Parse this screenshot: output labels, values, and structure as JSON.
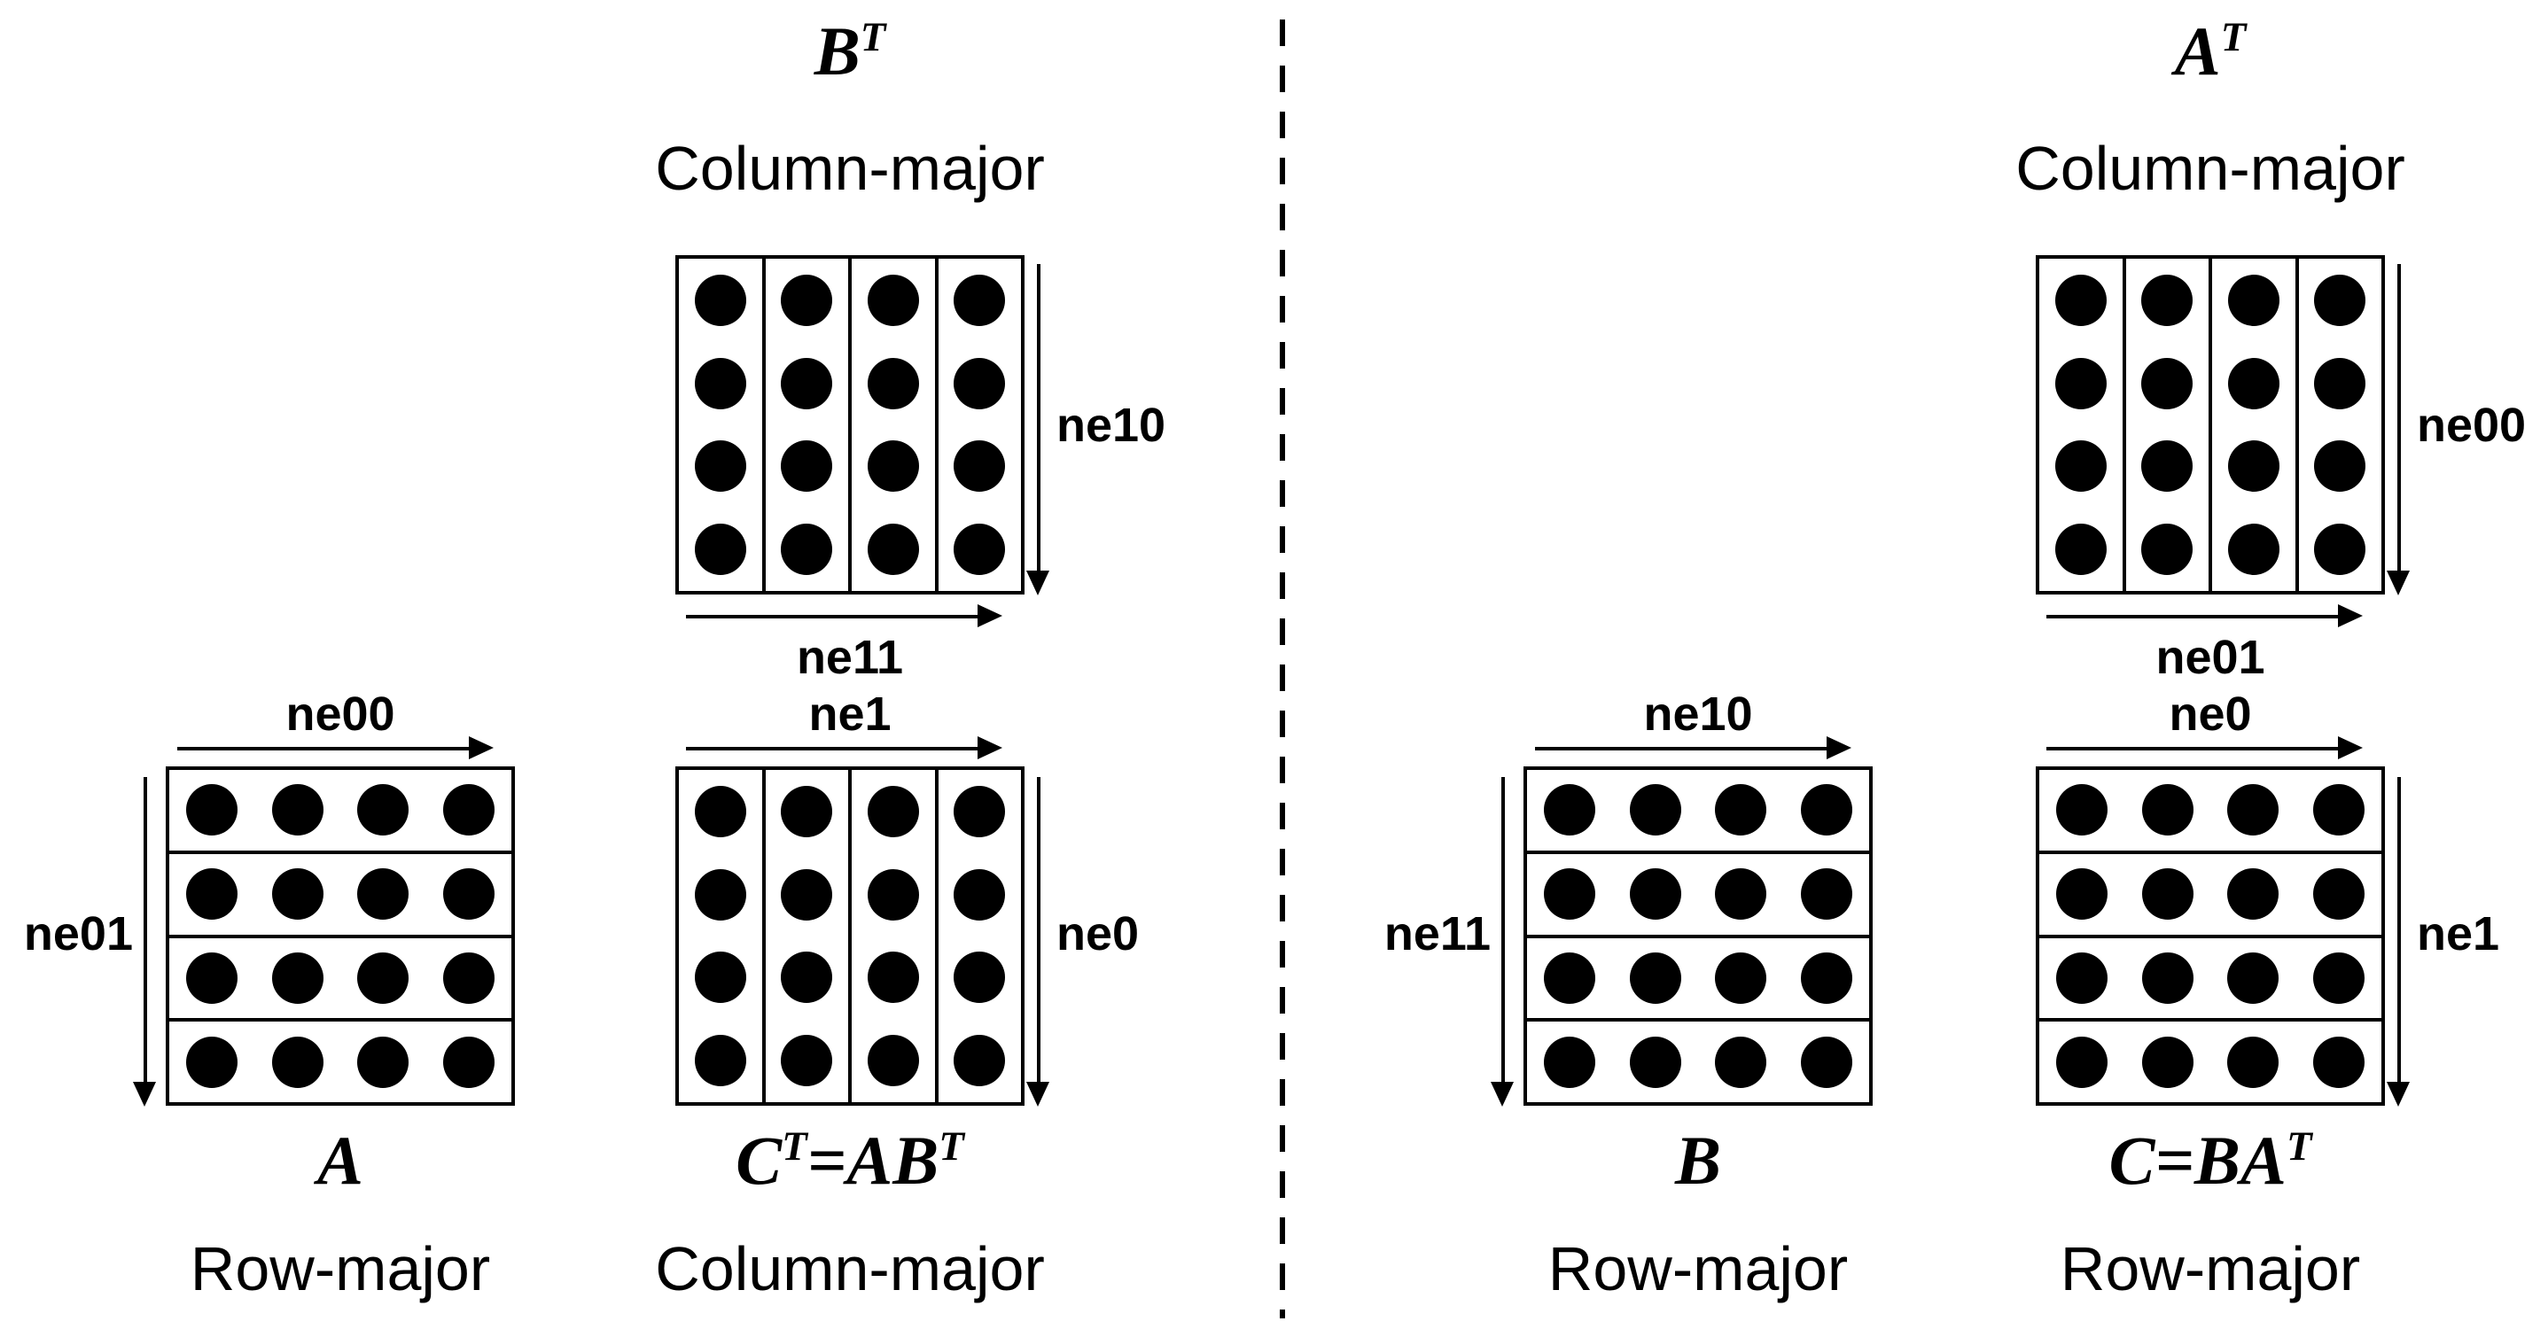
{
  "colors": {
    "ink": "#000000",
    "background": "#ffffff"
  },
  "grid": {
    "rows": 4,
    "cols": 4
  },
  "matrices": [
    {
      "id": "BT",
      "formula": [
        [
          "B",
          "T"
        ]
      ],
      "layout_label": "Column-major",
      "orientation": "column",
      "labels": {
        "right": "ne10",
        "bottom": "ne11"
      }
    },
    {
      "id": "A",
      "formula": [
        [
          "A",
          ""
        ]
      ],
      "layout_label": "Row-major",
      "orientation": "row",
      "labels": {
        "top": "ne00",
        "left": "ne01"
      }
    },
    {
      "id": "CT",
      "formula": [
        [
          "C",
          "T"
        ],
        [
          "=AB",
          "T"
        ]
      ],
      "layout_label": "Column-major",
      "orientation": "column",
      "labels": {
        "top": "ne1",
        "right": "ne0"
      }
    },
    {
      "id": "AT",
      "formula": [
        [
          "A",
          "T"
        ]
      ],
      "layout_label": "Column-major",
      "orientation": "column",
      "labels": {
        "right": "ne00",
        "bottom": "ne01"
      }
    },
    {
      "id": "B",
      "formula": [
        [
          "B",
          ""
        ]
      ],
      "layout_label": "Row-major",
      "orientation": "row",
      "labels": {
        "top": "ne10",
        "left": "ne11"
      }
    },
    {
      "id": "C",
      "formula": [
        [
          "C=BA",
          "T"
        ]
      ],
      "layout_label": "Row-major",
      "orientation": "row",
      "labels": {
        "top": "ne0",
        "right": "ne1"
      }
    }
  ]
}
